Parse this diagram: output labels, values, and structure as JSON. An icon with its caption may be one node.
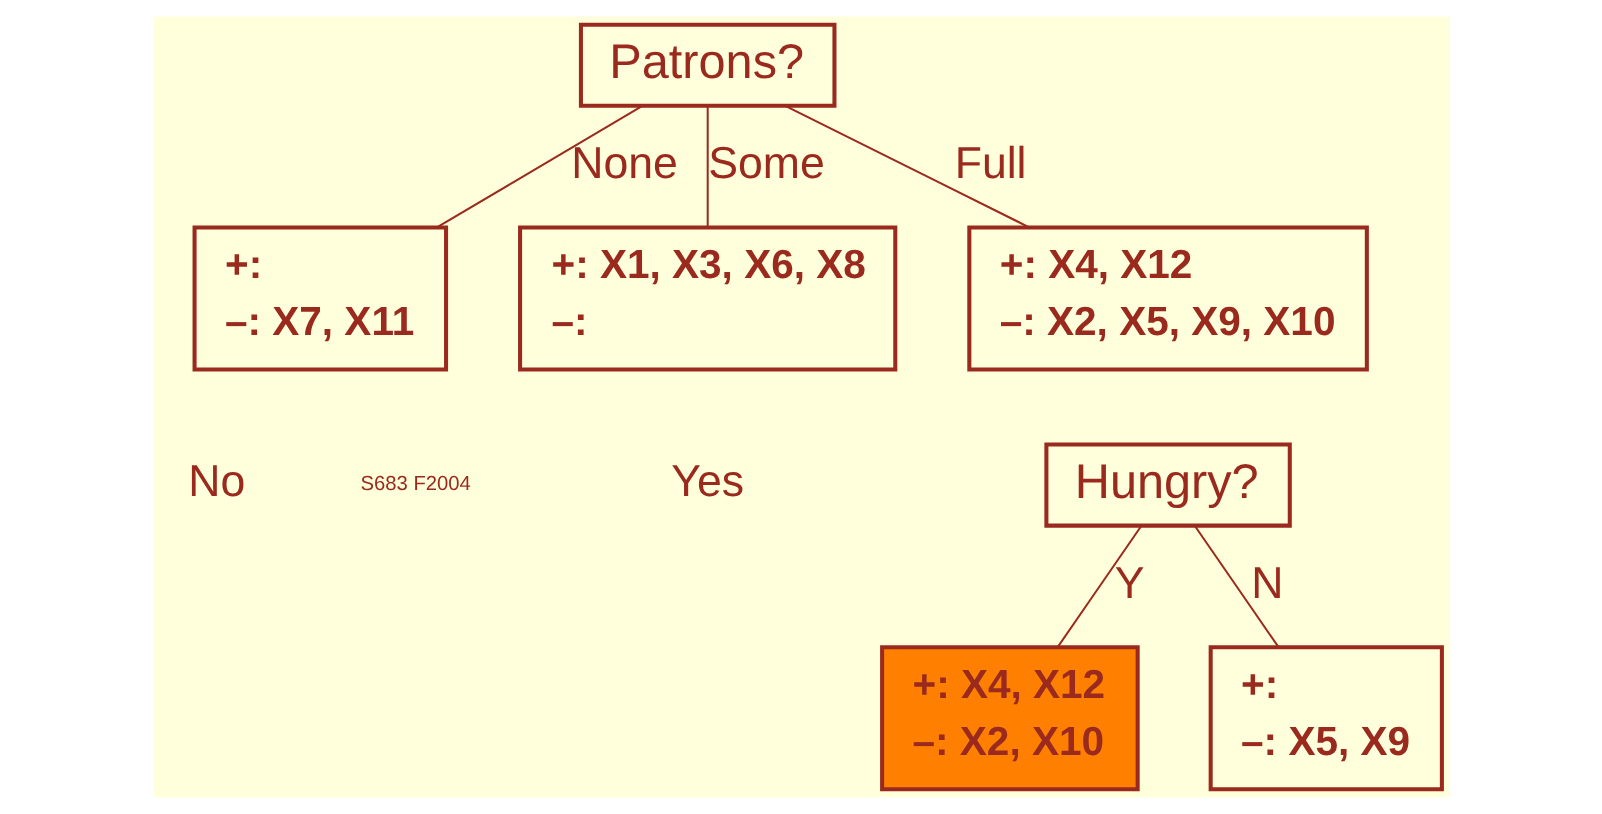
{
  "diagram": {
    "nodes": [
      {
        "text": [
          "Patrons?"
        ]
      },
      {
        "text": [
          "+:",
          "–: X7, X11"
        ],
        "beside": [
          "No"
        ]
      },
      {
        "text": [
          "+: X1, X3, X6, X8",
          "–:"
        ],
        "beside": [
          "Yes"
        ]
      },
      {
        "text": [
          "+: X4, X12",
          "–: X2, X5, X9, X10"
        ]
      },
      {
        "text": [
          "Hungry?"
        ]
      },
      {
        "text": [
          "+: X4, X12",
          "–: X2, X10"
        ]
      },
      {
        "text": [
          "+:",
          "–: X5, X9"
        ]
      }
    ],
    "edges": [
      {
        "from": 0,
        "to": 1,
        "arrow": "none",
        "label": "None"
      },
      {
        "from": 0,
        "to": 2,
        "arrow": "none",
        "label": "Some"
      },
      {
        "from": 0,
        "to": 3,
        "arrow": "none",
        "label": "Full"
      },
      {
        "from": 4,
        "to": 5,
        "arrow": "none",
        "label": "Y"
      },
      {
        "from": 4,
        "to": 6,
        "arrow": "none",
        "label": "N"
      }
    ],
    "labels": [
      "S683 F2004"
    ]
  }
}
